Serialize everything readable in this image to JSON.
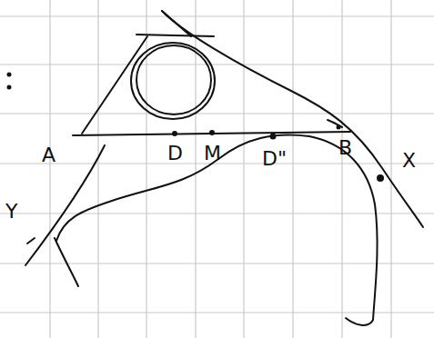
{
  "diagram": {
    "labels": [
      "A",
      "D",
      "M",
      "D\"",
      "B",
      "X",
      "Y"
    ]
  }
}
